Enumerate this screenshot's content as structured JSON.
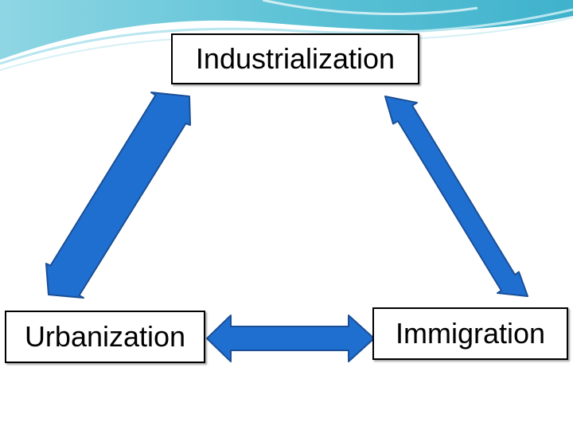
{
  "diagram": {
    "nodes": {
      "top": "Industrialization",
      "left": "Urbanization",
      "right": "Immigration"
    },
    "edges": [
      {
        "from": "top",
        "to": "left",
        "direction": "both"
      },
      {
        "from": "top",
        "to": "right",
        "direction": "both"
      },
      {
        "from": "left",
        "to": "right",
        "direction": "both"
      }
    ],
    "colors": {
      "arrow_fill": "#1f6fd1",
      "arrow_stroke": "#1a4f96",
      "header_wave": "#5ec3d6",
      "header_wave_light": "#b8e6ef",
      "background": "#ffffff",
      "box_border": "#000000"
    }
  }
}
